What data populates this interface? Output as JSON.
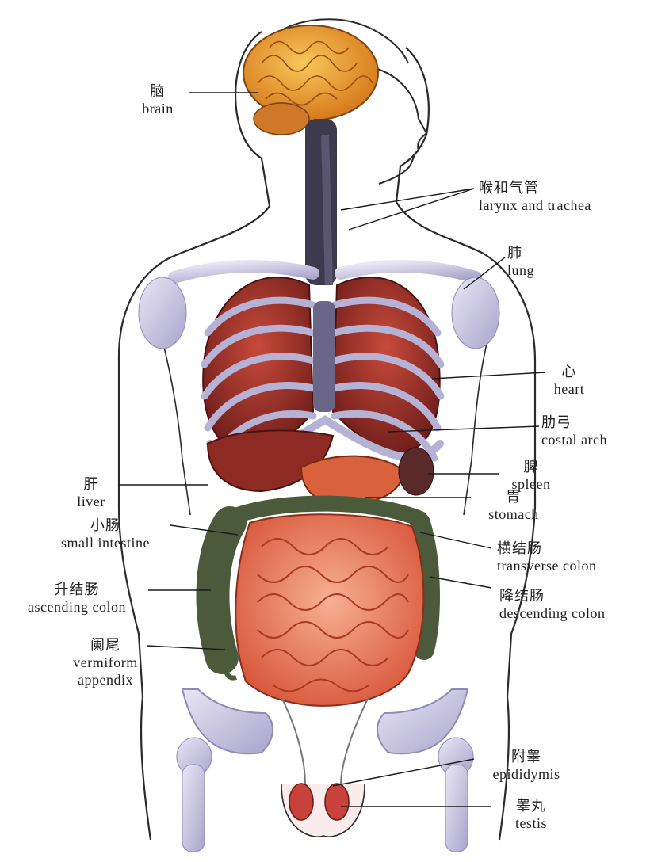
{
  "labels": {
    "brain": {
      "zh": "脑",
      "en": "brain"
    },
    "larynx": {
      "zh": "喉和气管",
      "en": "larynx and trachea"
    },
    "lung": {
      "zh": "肺",
      "en": "lung"
    },
    "heart": {
      "zh": "心",
      "en": "heart"
    },
    "costal_arch": {
      "zh": "肋弓",
      "en": "costal arch"
    },
    "spleen": {
      "zh": "脾",
      "en": "spleen"
    },
    "stomach": {
      "zh": "胃",
      "en": "stomach"
    },
    "liver": {
      "zh": "肝",
      "en": "liver"
    },
    "small_int": {
      "zh": "小肠",
      "en": "small intestine"
    },
    "transverse": {
      "zh": "横结肠",
      "en": "transverse colon"
    },
    "ascending": {
      "zh": "升结肠",
      "en": "ascending colon"
    },
    "descending": {
      "zh": "降结肠",
      "en": "descending colon"
    },
    "appendix": {
      "zh": "阑尾",
      "en1": "vermiform",
      "en2": "appendix"
    },
    "epididymis": {
      "zh": "附睾",
      "en": "epididymis"
    },
    "testis": {
      "zh": "睾丸",
      "en": "testis"
    }
  },
  "colors": {
    "outline": "#2a2a2a",
    "bone": "#c9c6e0",
    "bone_shade": "#8f8ab5",
    "lung": "#a5352c",
    "brain": "#e39a2d",
    "liver": "#8e2a24",
    "stomach": "#d9613c",
    "intestine": "#f08a6a",
    "colon": "#4c5a3c",
    "spine": "#3e3a4e"
  }
}
